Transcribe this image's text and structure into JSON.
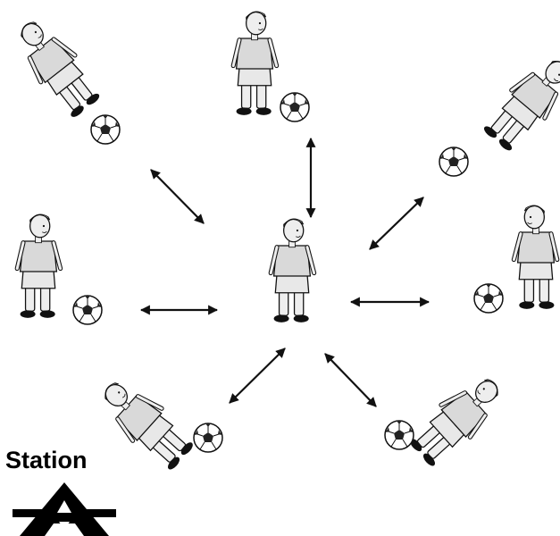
{
  "station": {
    "label": "Station",
    "letter": "A"
  },
  "diagram": {
    "figures": [
      {
        "name": "player-center",
        "role": "center",
        "tilt": 0,
        "pose": "standing"
      },
      {
        "name": "player-top",
        "role": "outer",
        "tilt": 0,
        "pose": "standing"
      },
      {
        "name": "player-top-left",
        "role": "outer",
        "tilt": -40,
        "pose": "standing"
      },
      {
        "name": "player-top-right",
        "role": "outer",
        "tilt": 40,
        "pose": "standing"
      },
      {
        "name": "player-left",
        "role": "outer",
        "tilt": 0,
        "pose": "standing"
      },
      {
        "name": "player-right",
        "role": "outer",
        "tilt": 0,
        "pose": "standing"
      },
      {
        "name": "player-bottom-left",
        "role": "outer",
        "tilt": -45,
        "pose": "kicking"
      },
      {
        "name": "player-bottom-right",
        "role": "outer",
        "tilt": 45,
        "pose": "kicking"
      }
    ],
    "arrow_style": "double-headed",
    "colors": {
      "ink": "#111111",
      "shirt": "#d9d9d9",
      "skin": "#eeeeee",
      "ball_patch": "#222222"
    }
  }
}
